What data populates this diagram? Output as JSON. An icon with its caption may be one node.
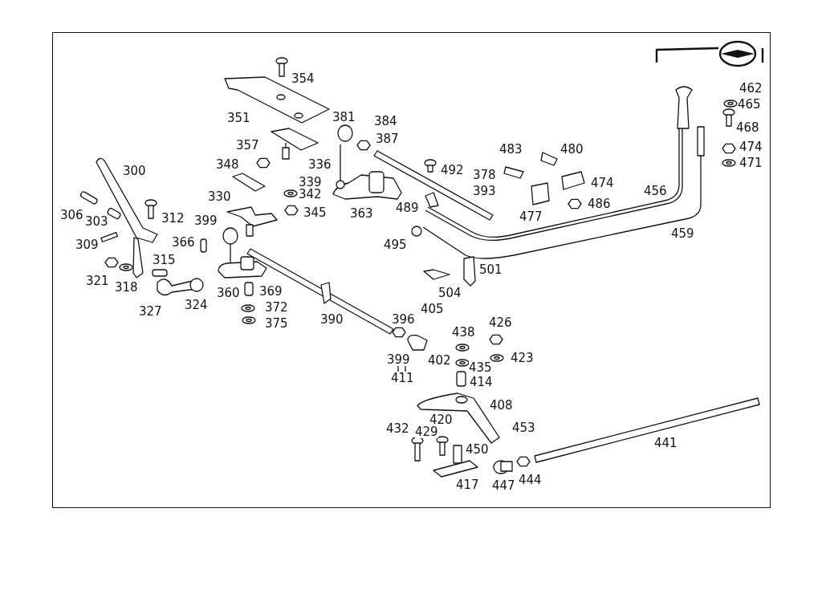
{
  "diagram": {
    "labels": [
      "354",
      "351",
      "381",
      "384",
      "387",
      "357",
      "336",
      "348",
      "300",
      "339",
      "492",
      "483",
      "480",
      "378",
      "393",
      "342",
      "330",
      "474",
      "456",
      "462",
      "465",
      "468",
      "474",
      "471",
      "363",
      "489",
      "477",
      "486",
      "345",
      "306",
      "303",
      "312",
      "399",
      "459",
      "366",
      "309",
      "495",
      "501",
      "315",
      "504",
      "321",
      "318",
      "360",
      "369",
      "327",
      "324",
      "372",
      "375",
      "390",
      "396",
      "405",
      "426",
      "438",
      "423",
      "399",
      "402",
      "435",
      "411",
      "414",
      "408",
      "420",
      "432",
      "429",
      "453",
      "441",
      "450",
      "417",
      "447",
      "444"
    ]
  }
}
